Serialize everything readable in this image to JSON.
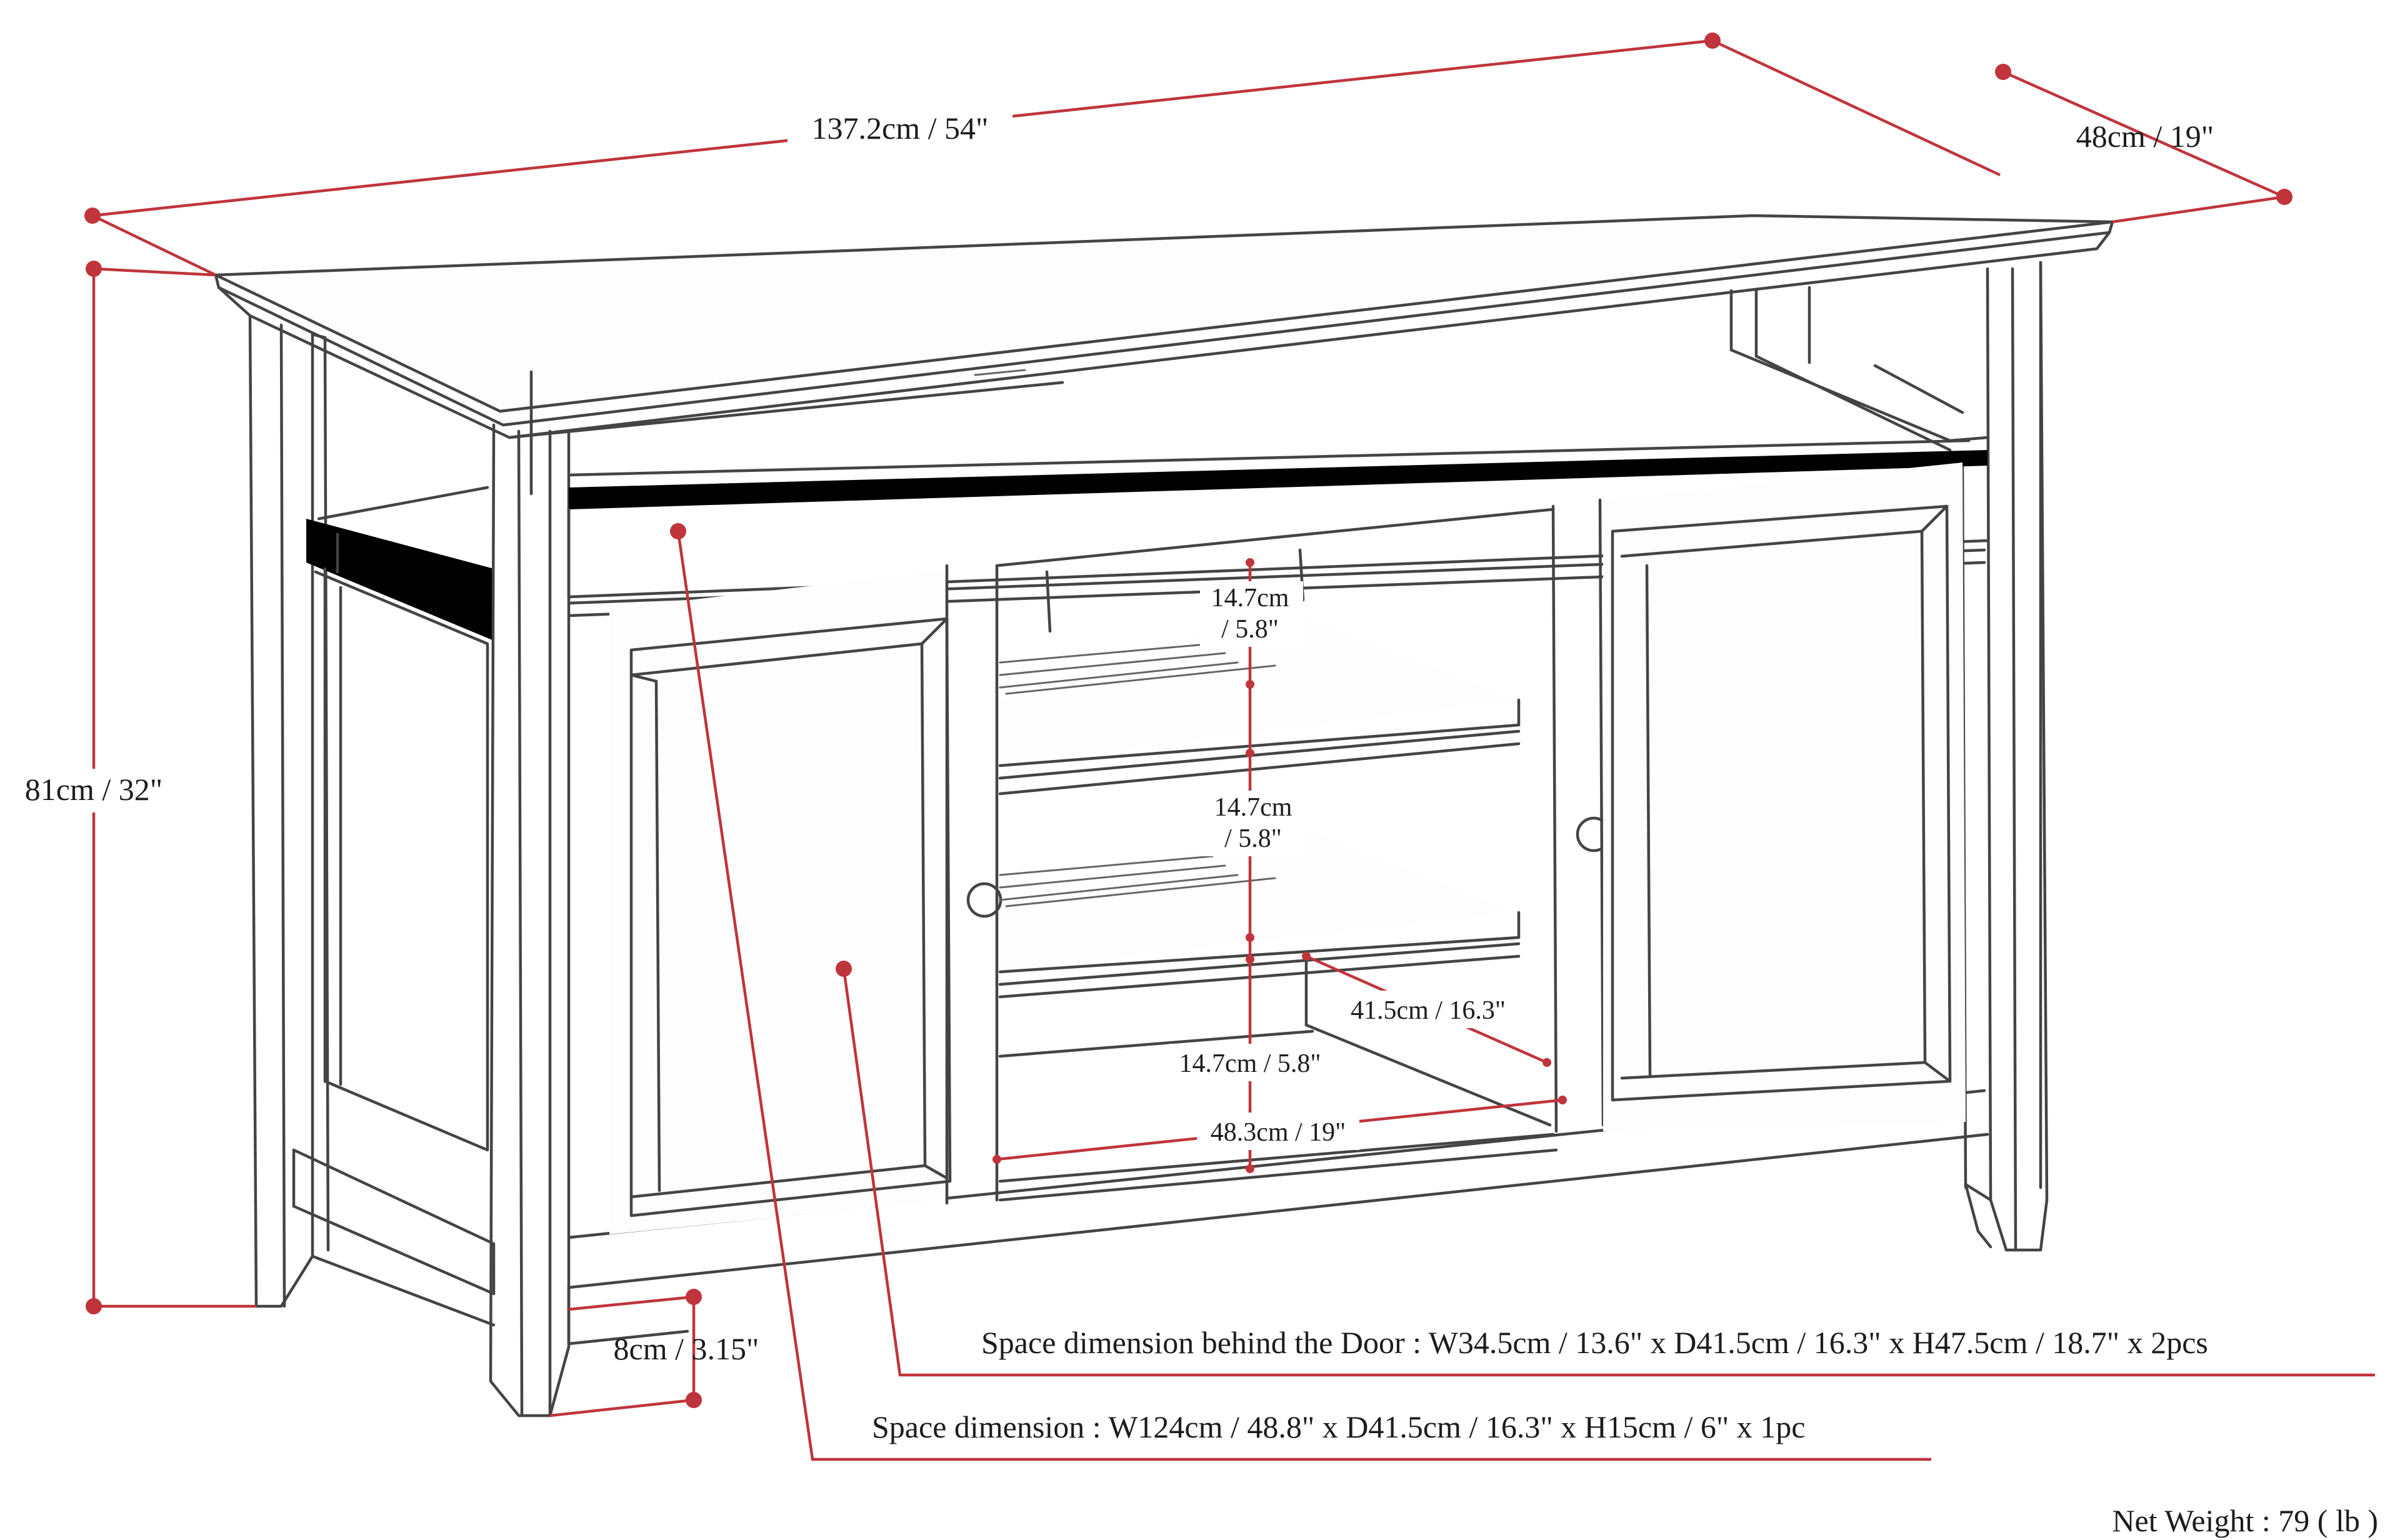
{
  "colors": {
    "dimension": "#c0343b",
    "line_art": "#444444",
    "text": "#1c1c1c",
    "background": "#ffffff"
  },
  "dimensions": {
    "overall_width": "137.2cm / 54\"",
    "overall_depth": "48cm / 19\"",
    "overall_height": "81cm / 32\"",
    "leg_height": "8cm / 3.15\"",
    "shelf_gap_top_line1": "14.7cm",
    "shelf_gap_top_line2": "/ 5.8\"",
    "shelf_gap_middle_line1": "14.7cm",
    "shelf_gap_middle_line2": "/ 5.8\"",
    "shelf_gap_bottom": "14.7cm / 5.8\"",
    "shelf_depth": "41.5cm / 16.3\"",
    "shelf_width": "48.3cm / 19\""
  },
  "notes": {
    "door_space": "Space dimension behind the Door  : W34.5cm / 13.6\" x D41.5cm / 16.3\" x H47.5cm / 18.7\" x 2pcs",
    "open_space": "Space dimension : W124cm / 48.8\" x D41.5cm / 16.3\" x H15cm / 6\" x 1pc",
    "net_weight": "Net Weight : 79 ( lb )"
  }
}
